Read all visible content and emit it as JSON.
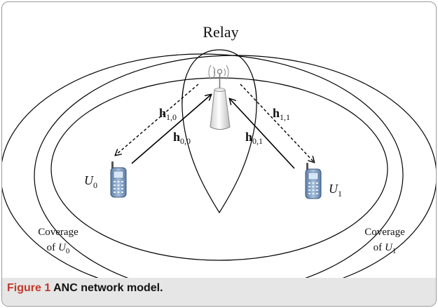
{
  "diagram": {
    "relay_label": "Relay",
    "channels": {
      "h10": {
        "base": "h",
        "sub": "1,0"
      },
      "h00": {
        "base": "h",
        "sub": "0,0"
      },
      "h11": {
        "base": "h",
        "sub": "1,1"
      },
      "h01": {
        "base": "h",
        "sub": "0,1"
      }
    },
    "users": {
      "u0": {
        "base": "U",
        "sub": "0"
      },
      "u1": {
        "base": "U",
        "sub": "1"
      }
    },
    "coverage": {
      "left": {
        "line1": "Coverage",
        "line2_prefix": "of",
        "user_base": "U",
        "user_sub": "0"
      },
      "right": {
        "line1": "Coverage",
        "line2_prefix": "of",
        "user_base": "U",
        "user_sub": "1"
      }
    }
  },
  "caption": {
    "label": "Figure 1",
    "text": "ANC network model."
  },
  "colors": {
    "ellipse": "#000000",
    "phone_body": "#7d9bbf",
    "tower": "#f2f2f2"
  }
}
